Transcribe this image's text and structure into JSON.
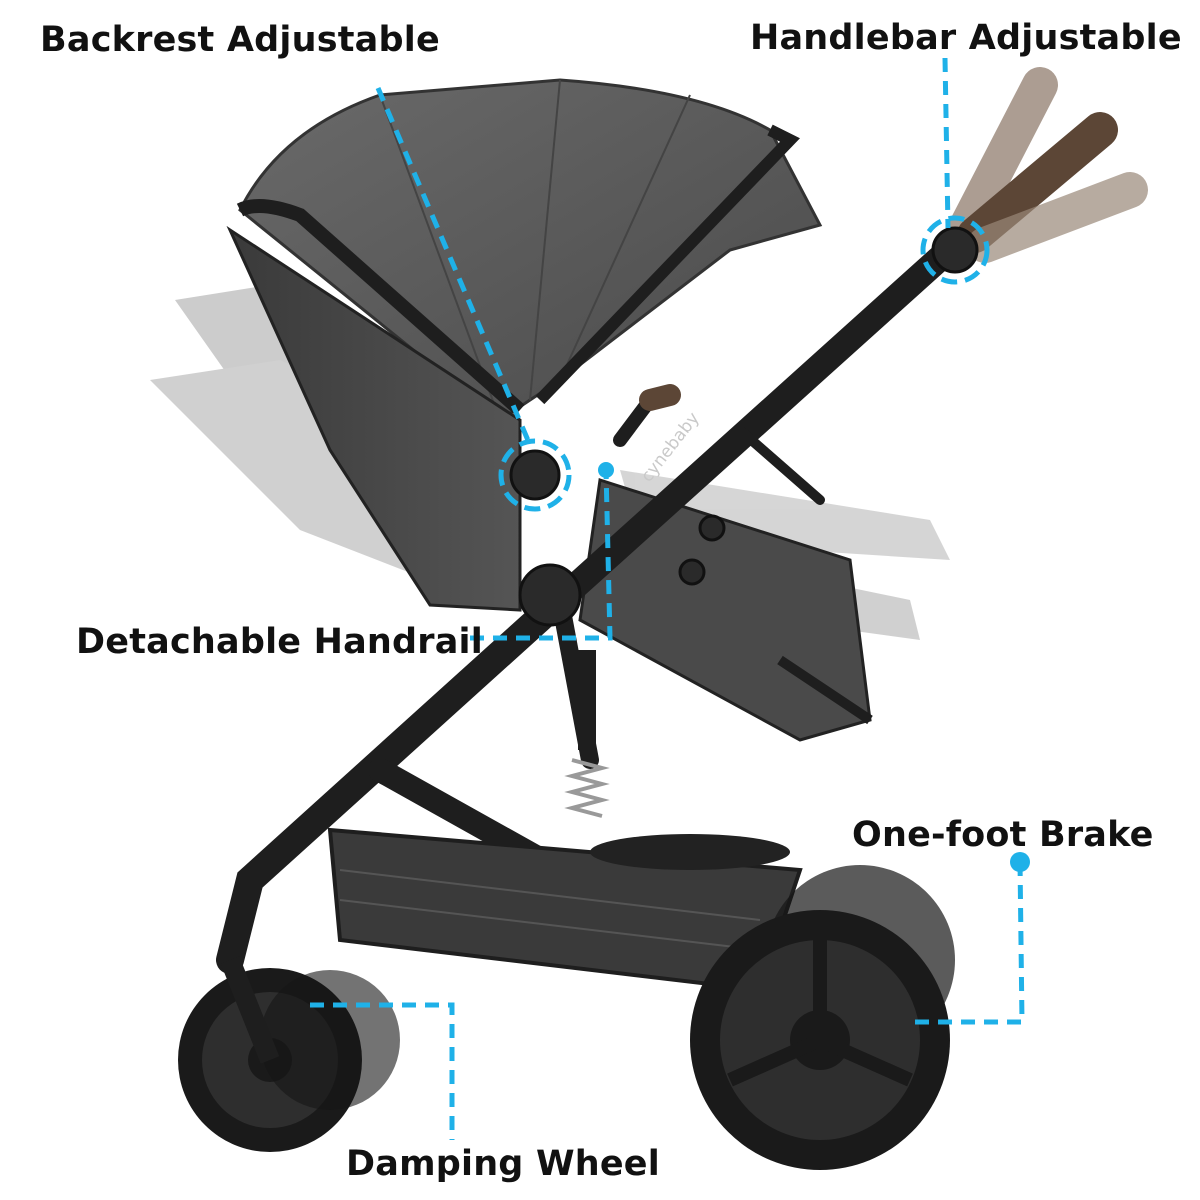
{
  "labels": {
    "backrest": "Backrest Adjustable",
    "handlebar": "Handlebar Adjustable",
    "handrail": "Detachable Handrail",
    "brake": "One-foot Brake",
    "wheel": "Damping Wheel"
  },
  "brand": "cynebaby",
  "colors": {
    "callout": "#1fb1e8",
    "frame": "#1e1e1e",
    "fabric": "#5b5b5b",
    "handle": "#6d5545"
  }
}
